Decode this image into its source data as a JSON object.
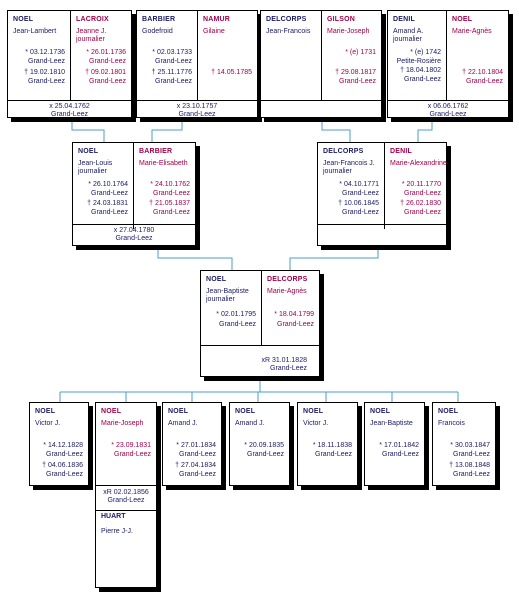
{
  "gen1": [
    {
      "husband": {
        "surname": "NOEL",
        "given": "Jean-Lambert",
        "birth": "* 03.12.1736",
        "birth_place": "Grand-Leez",
        "death": "† 19.02.1810",
        "death_place": "Grand-Leez"
      },
      "wife": {
        "surname": "LACROIX",
        "given": "Jeanne J.\njournalier",
        "birth": "* 26.01.1736",
        "birth_place": "Grand-Leez",
        "death": "† 09.02.1801",
        "death_place": "Grand-Leez"
      },
      "marriage": "x 25.04.1762",
      "marriage_place": "Grand-Leez"
    },
    {
      "husband": {
        "surname": "BARBIER",
        "given": "Godefroid",
        "birth": "* 02.03.1733",
        "birth_place": "Grand-Leez",
        "death": "† 25.11.1776",
        "death_place": "Grand-Leez"
      },
      "wife": {
        "surname": "NAMUR",
        "given": "Gilaine",
        "birth": "",
        "birth_place": "",
        "death": "† 14.05.1785",
        "death_place": ""
      },
      "marriage": "x 23.10.1757",
      "marriage_place": "Grand-Leez"
    },
    {
      "husband": {
        "surname": "DELCORPS",
        "given": "Jean-Francois",
        "birth": "",
        "birth_place": "",
        "death": "",
        "death_place": ""
      },
      "wife": {
        "surname": "GILSON",
        "given": "Marie-Joseph",
        "birth": "* (e) 1731",
        "birth_place": "",
        "death": "† 29.08.1817",
        "death_place": "Grand-Leez"
      },
      "marriage": "",
      "marriage_place": ""
    },
    {
      "husband": {
        "surname": "DENIL",
        "given": "Amand A.\njournalier",
        "birth": "* (e) 1742",
        "birth_place": "Petite-Rosière",
        "death": "† 18.04.1802",
        "death_place": "Grand-Leez"
      },
      "wife": {
        "surname": "NOEL",
        "given": "Marie-Agnès",
        "birth": "",
        "birth_place": "",
        "death": "† 22.10.1804",
        "death_place": "Grand-Leez"
      },
      "marriage": "x 06.06.1762",
      "marriage_place": "Grand-Leez"
    }
  ],
  "gen2": [
    {
      "husband": {
        "surname": "NOEL",
        "given": "Jean-Louis\njournalier",
        "birth": "* 26.10.1764",
        "birth_place": "Grand-Leez",
        "death": "† 24.03.1831",
        "death_place": "Grand-Leez"
      },
      "wife": {
        "surname": "BARBIER",
        "given": "Marie-Elisabeth",
        "birth": "* 24.10.1762",
        "birth_place": "Grand-Leez",
        "death": "† 21.05.1837",
        "death_place": "Grand-Leez"
      },
      "marriage": "x 27.04.1780",
      "marriage_place": "Grand-Leez"
    },
    {
      "husband": {
        "surname": "DELCORPS",
        "given": "Jean-Francois J.\njournalier",
        "birth": "* 04.10.1771",
        "birth_place": "Grand-Leez",
        "death": "† 10.06.1845",
        "death_place": "Grand-Leez"
      },
      "wife": {
        "surname": "DENIL",
        "given": "Marie-Alexandrine",
        "birth": "* 20.11.1770",
        "birth_place": "Grand-Leez",
        "death": "† 26.02.1830",
        "death_place": "Grand-Leez"
      },
      "marriage": "",
      "marriage_place": ""
    }
  ],
  "gen3": {
    "husband": {
      "surname": "NOEL",
      "given": "Jean-Baptiste\njournalier",
      "birth": "* 02.01.1795",
      "birth_place": "Grand-Leez",
      "death": "",
      "death_place": ""
    },
    "wife": {
      "surname": "DELCORPS",
      "given": "Marie-Agnès",
      "birth": "* 18.04.1799",
      "birth_place": "Grand-Leez",
      "death": "",
      "death_place": ""
    },
    "marriage": "xR 31.01.1828",
    "marriage_place": "Grand-Leez"
  },
  "children": [
    {
      "surname": "NOEL",
      "given": "Victor J.",
      "sex": "m",
      "birth": "* 14.12.1828",
      "birth_place": "Grand-Leez",
      "death": "† 04.06.1836",
      "death_place": "Grand-Leez"
    },
    {
      "surname": "NOEL",
      "given": "Marie-Joseph",
      "sex": "f",
      "birth": "* 23.09.1831",
      "birth_place": "Grand-Leez",
      "death": "",
      "death_place": "",
      "marriage": "xR 02.02.1856",
      "marriage_place": "Grand-Leez",
      "spouse_surname": "HUART",
      "spouse_given": "Pierre J-J."
    },
    {
      "surname": "NOEL",
      "given": "Amand J.",
      "sex": "m",
      "birth": "* 27.01.1834",
      "birth_place": "Grand-Leez",
      "death": "† 27.04.1834",
      "death_place": "Grand-Leez"
    },
    {
      "surname": "NOEL",
      "given": "Amand J.",
      "sex": "m",
      "birth": "* 20.09.1835",
      "birth_place": "Grand-Leez",
      "death": "",
      "death_place": ""
    },
    {
      "surname": "NOEL",
      "given": "Victor J.",
      "sex": "m",
      "birth": "* 18.11.1838",
      "birth_place": "Grand-Leez",
      "death": "",
      "death_place": ""
    },
    {
      "surname": "NOEL",
      "given": "Jean-Baptiste",
      "sex": "m",
      "birth": "* 17.01.1842",
      "birth_place": "Grand-Leez",
      "death": "",
      "death_place": ""
    },
    {
      "surname": "NOEL",
      "given": "Francois",
      "sex": "m",
      "birth": "* 30.03.1847",
      "birth_place": "Grand-Leez",
      "death": "† 13.08.1848",
      "death_place": "Grand-Leez"
    }
  ],
  "colors": {
    "male": "#1a1a66",
    "female": "#a0004a",
    "connector": "#4a9ec8",
    "border": "#000000"
  }
}
